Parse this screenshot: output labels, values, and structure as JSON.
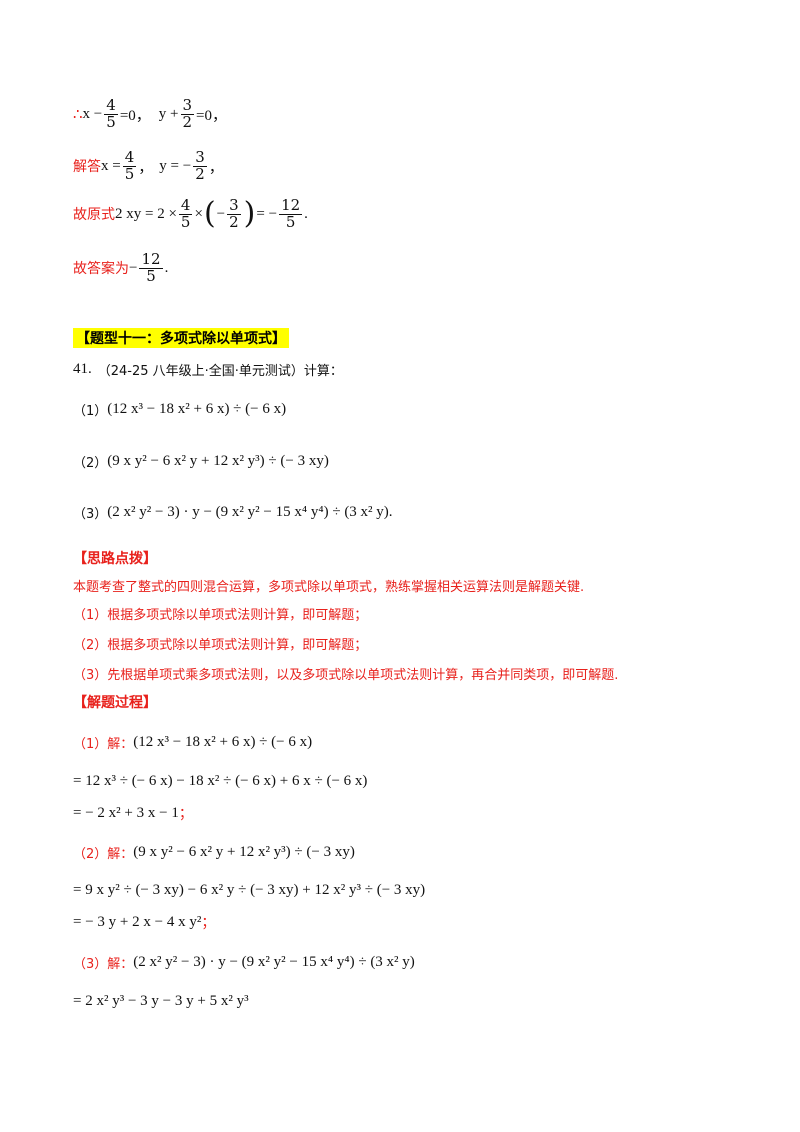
{
  "solution_prev": {
    "line1_a": "∴",
    "line1_b": "x −",
    "frac1": {
      "num": "4",
      "den": "5"
    },
    "line1_c": "=0，",
    "line1_d": "y +",
    "frac2": {
      "num": "3",
      "den": "2"
    },
    "line1_e": "=0，",
    "line2_label": "解答",
    "line2_a": "x =",
    "frac3": {
      "num": "4",
      "den": "5"
    },
    "line2_b": "，",
    "line2_c": "y = −",
    "frac4": {
      "num": "3",
      "den": "2"
    },
    "line2_d": "，",
    "line3_label": "故原式",
    "line3_a": "2 xy = 2 ×",
    "frac5": {
      "num": "4",
      "den": "5"
    },
    "line3_b": "×",
    "line3_c": "−",
    "frac6": {
      "num": "3",
      "den": "2"
    },
    "line3_d": "= −",
    "frac7": {
      "num": "12",
      "den": "5"
    },
    "line3_e": ".",
    "line4_label": "故答案为",
    "line4_a": "−",
    "frac8": {
      "num": "12",
      "den": "5"
    },
    "line4_b": "."
  },
  "section_tag": "【题型十一：多项式除以单项式】",
  "problem": {
    "number": "41.",
    "source": "（24-25 八年级上·全国·单元测试）计算：",
    "items": [
      "（1）",
      "（2）",
      "（3）"
    ],
    "expr1": "(12 x³ − 18 x² + 6 x) ÷ (− 6 x)",
    "expr2": "(9 x y² − 6 x² y + 12 x² y³) ÷ (− 3 xy)",
    "expr3": "(2 x² y² − 3) · y − (9 x² y² − 15 x⁴ y⁴) ÷ (3 x² y)."
  },
  "hint": {
    "title": "【思路点拨】",
    "intro": "本题考查了整式的四则混合运算，多项式除以单项式，熟练掌握相关运算法则是解题关键.",
    "p1": "（1）根据多项式除以单项式法则计算，即可解题；",
    "p2": "（2）根据多项式除以单项式法则计算，即可解题；",
    "p3": "（3）先根据单项式乘多项式法则，以及多项式除以单项式法则计算，再合并同类项，即可解题."
  },
  "solution": {
    "title": "【解题过程】",
    "s1_label": "（1）解：",
    "s1_expr": "(12 x³ − 18 x² + 6 x) ÷ (− 6 x)",
    "s1_step1": "= 12 x³ ÷ (− 6 x) − 18 x² ÷ (− 6 x) + 6 x ÷ (− 6 x)",
    "s1_step2_a": "= − 2 x² + 3 x − 1",
    "s1_step2_b": "；",
    "s2_label": "（2）解：",
    "s2_expr": "(9 x y² − 6 x² y + 12 x² y³) ÷ (− 3 xy)",
    "s2_step1": "= 9 x y² ÷ (− 3 xy) − 6 x² y ÷ (− 3 xy) + 12 x² y³ ÷ (− 3 xy)",
    "s2_step2_a": "= − 3 y + 2 x − 4 x y²",
    "s2_step2_b": "；",
    "s3_label": "（3）解：",
    "s3_expr": "(2 x² y² − 3) · y − (9 x² y² − 15 x⁴ y⁴) ÷ (3 x² y)",
    "s3_step1": "= 2 x² y³ − 3 y − 3 y + 5 x² y³"
  },
  "colors": {
    "accent_red": "#e8211c",
    "highlight": "#ffff00"
  }
}
